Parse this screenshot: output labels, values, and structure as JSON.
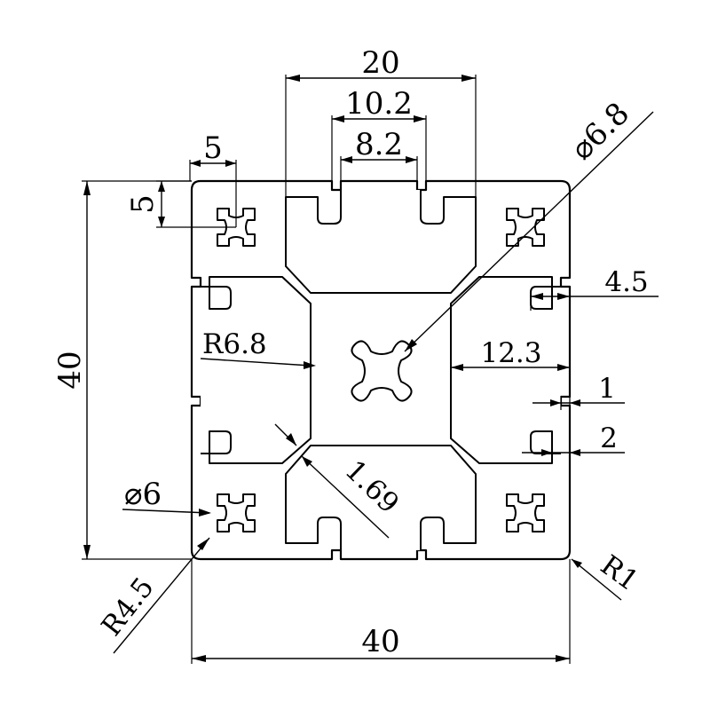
{
  "drawing": {
    "line_color": "#000000",
    "background": "#ffffff",
    "dimensions": {
      "top_width": "20",
      "slot_opening_outer": "10.2",
      "slot_opening_inner": "8.2",
      "corner_slot_width": "5",
      "corner_slot_height": "5",
      "overall_height": "40",
      "overall_width": "40",
      "center_hole_dia": "⌀6.8",
      "corner_hole_dia": "⌀6",
      "lip_depth": "4.5",
      "slot_depth": "12.3",
      "lip_thickness": "1",
      "wall_thickness": "2",
      "center_radius": "R6.8",
      "web_thickness": "1.69",
      "corner_radius_inner": "R4.5",
      "corner_radius_outer": "R1"
    }
  }
}
